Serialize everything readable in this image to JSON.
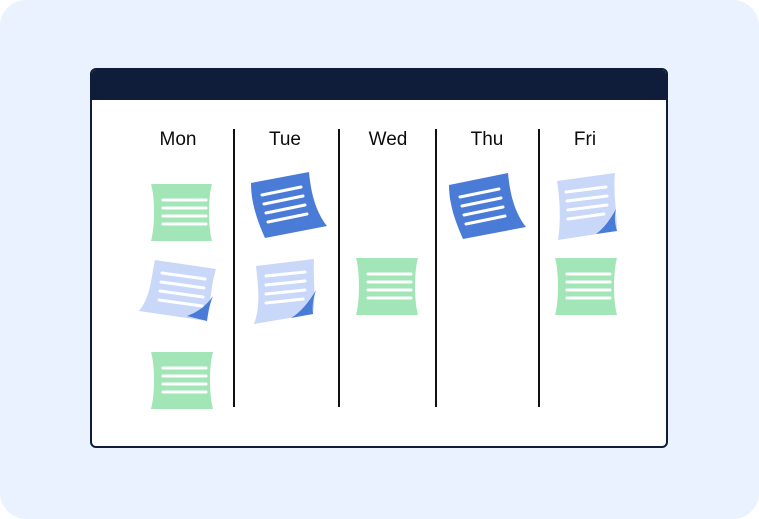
{
  "board": {
    "days": [
      "Mon",
      "Tue",
      "Wed",
      "Thu",
      "Fri"
    ]
  },
  "note_colors": {
    "green": "#a2e6b8",
    "dark_blue": "#4a7bd6",
    "light_blue": "#c9d8f9"
  }
}
